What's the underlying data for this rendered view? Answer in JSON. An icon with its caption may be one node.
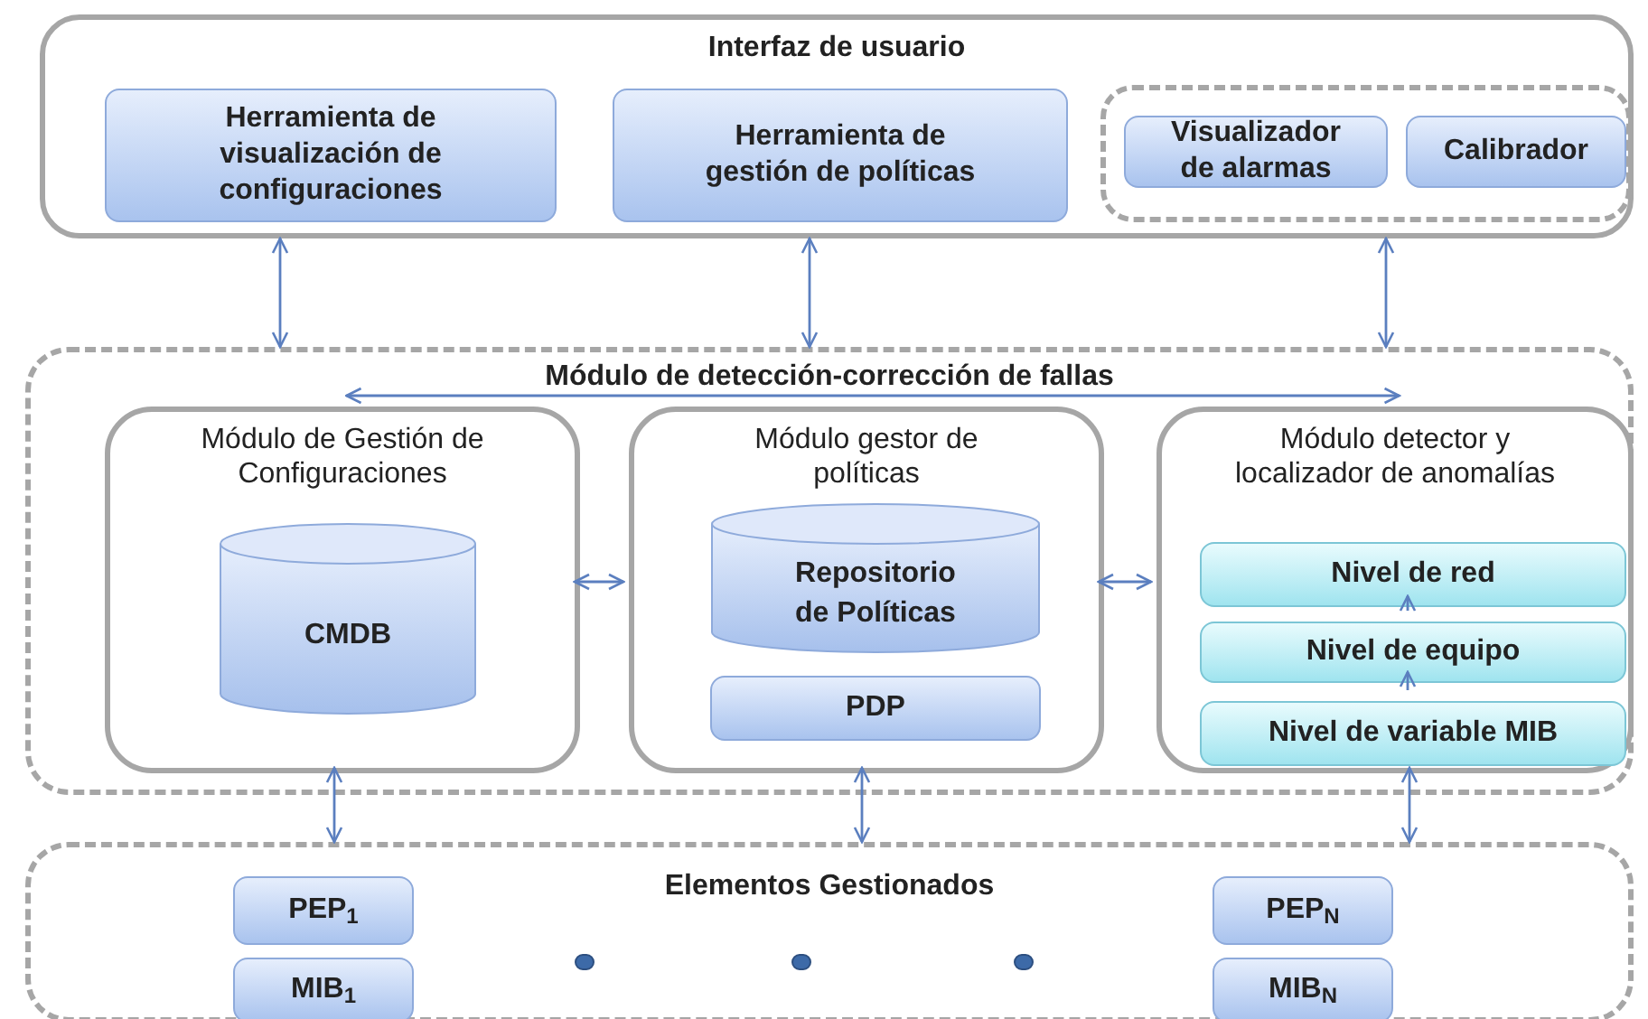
{
  "diagram": {
    "nodes": [
      {
        "text": [
          "Interfaz de usuario"
        ]
      },
      {
        "text": [
          "Herramienta de visualización de configuraciones"
        ],
        "in": 0
      },
      {
        "text": [
          "Herramienta de gestión de políticas"
        ],
        "in": 0
      },
      {
        "text": [],
        "shape": "box",
        "in": 0
      },
      {
        "text": [
          "Visualizador de alarmas"
        ],
        "in": 3
      },
      {
        "text": [
          "Calibrador"
        ],
        "in": 3
      },
      {
        "text": [
          "Módulo  de detección-corrección de fallas"
        ]
      },
      {
        "text": [
          "Módulo de Gestión de Configuraciones"
        ],
        "in": 6
      },
      {
        "text": [
          "CMDB"
        ],
        "in": 7
      },
      {
        "text": [
          "Módulo gestor de políticas"
        ],
        "in": 6
      },
      {
        "text": [
          "Repositorio de Políticas"
        ],
        "in": 9
      },
      {
        "text": [
          "PDP"
        ],
        "in": 9
      },
      {
        "text": [
          "Módulo detector y localizador de anomalías"
        ],
        "in": 6
      },
      {
        "text": [
          "Nivel de red"
        ],
        "in": 12
      },
      {
        "text": [
          "Nivel de equipo"
        ],
        "in": 12
      },
      {
        "text": [
          "Nivel de variable MIB"
        ],
        "in": 12
      },
      {
        "text": [
          "Elementos Gestionados"
        ]
      },
      {
        "text": [
          "PEP$_{1}$"
        ],
        "in": 16
      },
      {
        "text": [
          "MIB$_{1}$"
        ],
        "in": 16
      },
      {
        "text": [],
        "shape": "circle",
        "in": 16
      },
      {
        "text": [],
        "shape": "circle",
        "in": 16
      },
      {
        "text": [],
        "shape": "circle",
        "in": 16
      },
      {
        "text": [
          "PEP$_{N}$"
        ],
        "in": 16
      },
      {
        "text": [
          "MIB$_{N}$"
        ],
        "in": 16
      }
    ],
    "edges": [
      {
        "from": 0,
        "to": 6,
        "arrow": "both"
      },
      {
        "from": 0,
        "to": 6,
        "arrow": "both"
      },
      {
        "from": 0,
        "to": 6,
        "arrow": "both"
      },
      {
        "from": 7,
        "to": 12,
        "arrow": "both"
      },
      {
        "from": 7,
        "to": 9,
        "arrow": "both"
      },
      {
        "from": 9,
        "to": 12,
        "arrow": "both"
      },
      {
        "from": 15,
        "to": 14,
        "arrow": "to"
      },
      {
        "from": 14,
        "to": 13,
        "arrow": "to"
      },
      {
        "from": 7,
        "to": 16,
        "arrow": "both"
      },
      {
        "from": 9,
        "to": 16,
        "arrow": "both"
      },
      {
        "from": 12,
        "to": 16,
        "arrow": "both"
      }
    ]
  }
}
